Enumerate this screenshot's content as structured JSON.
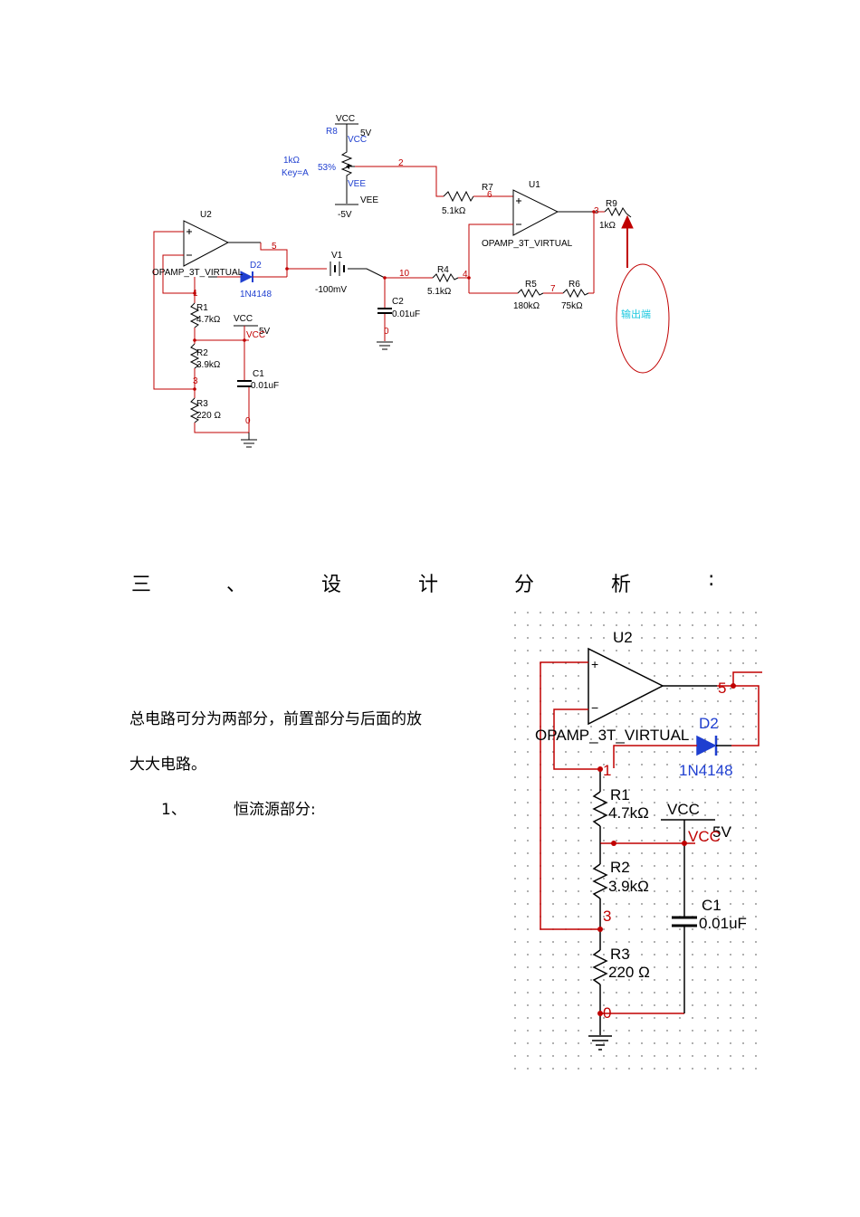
{
  "schematic1": {
    "vcc_top": "VCC",
    "r8": "R8",
    "v5_top": "5V",
    "vcc_pot": "VCC",
    "pot_value": "1kΩ",
    "pot_key": "Key=A",
    "pot_percent": "53%",
    "vee_pot": "VEE",
    "vee": "VEE",
    "v_neg5": "-5V",
    "node2": "2",
    "r7": "R7",
    "r7_val": "5.1kΩ",
    "node6": "6",
    "u1": "U1",
    "u1_model": "OPAMP_3T_VIRTUAL",
    "node3": "3",
    "r9": "R9",
    "r9_val": "1kΩ",
    "output_label": "输出端",
    "u2": "U2",
    "u2_model": "OPAMP_3T_VIRTUAL",
    "node5": "5",
    "d2": "D2",
    "d2_model": "1N4148",
    "v1": "V1",
    "v1_val": "-100mV",
    "node10": "10",
    "r4": "R4",
    "r4_val": "5.1kΩ",
    "node4": "4",
    "c2": "C2",
    "c2_val": "0.01uF",
    "node0a": "0",
    "r5": "R5",
    "r5_val": "180kΩ",
    "node7": "7",
    "r6": "R6",
    "r6_val": "75kΩ",
    "node1": "1",
    "r1": "R1",
    "r1_val": "4.7kΩ",
    "vcc_mid": "VCC",
    "v5_mid": "5V",
    "vcc_mid2": "VCC",
    "r2": "R2",
    "r2_val": "3.9kΩ",
    "c1": "C1",
    "c1_val": "0.01uF",
    "node3b": "3",
    "r3": "R3",
    "r3_val": "220 Ω",
    "node0b": "0"
  },
  "heading": [
    "三",
    "、",
    "设",
    "计",
    "分",
    "析",
    ":"
  ],
  "body": {
    "p1": "总电路可分为两部分，前置部分与后面的放",
    "p2": "大大电路。",
    "item_num": "1、",
    "item_text": "恒流源部分:"
  },
  "schematic2": {
    "u2": "U2",
    "plus": "+",
    "minus": "−",
    "node5": "5",
    "model": "OPAMP_3T_VIRTUAL",
    "d2": "D2",
    "d2_model": "1N4148",
    "node1": "1",
    "r1": "R1",
    "r1_val": "4.7kΩ",
    "vcc": "VCC",
    "v5": "5V",
    "vcc2": "VCC",
    "r2": "R2",
    "r2_val": "3.9kΩ",
    "c1": "C1",
    "c1_val": "0.01uF",
    "node3": "3",
    "r3": "R3",
    "r3_val": "220 Ω",
    "node0": "0"
  }
}
